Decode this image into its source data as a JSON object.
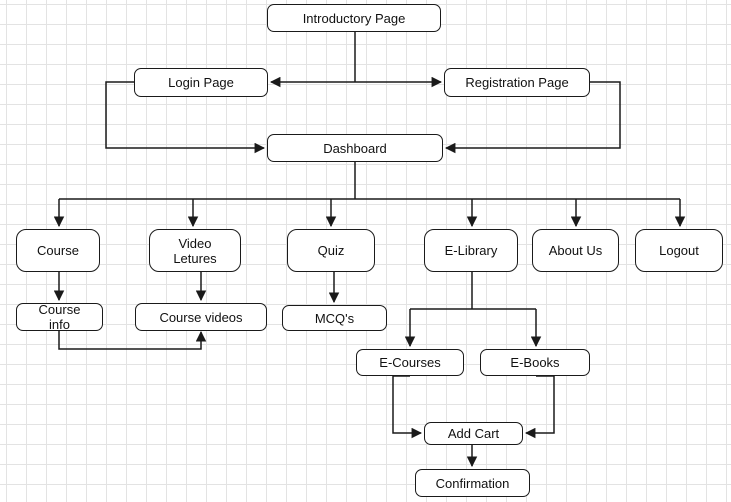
{
  "diagram": {
    "nodes": {
      "intro": "Introductory Page",
      "login": "Login Page",
      "registration": "Registration Page",
      "dashboard": "Dashboard",
      "course": "Course",
      "video_lectures": "Video\nLetures",
      "quiz": "Quiz",
      "elibrary": "E-Library",
      "about_us": "About Us",
      "logout": "Logout",
      "course_info": "Course\ninfo",
      "course_videos": "Course videos",
      "mcqs": "MCQ's",
      "ecourses": "E-Courses",
      "ebooks": "E-Books",
      "add_cart": "Add Cart",
      "confirmation": "Confirmation"
    },
    "colors": {
      "stroke": "#1a1a1a",
      "fill": "#ffffff",
      "grid": "#e3e3e3"
    }
  }
}
